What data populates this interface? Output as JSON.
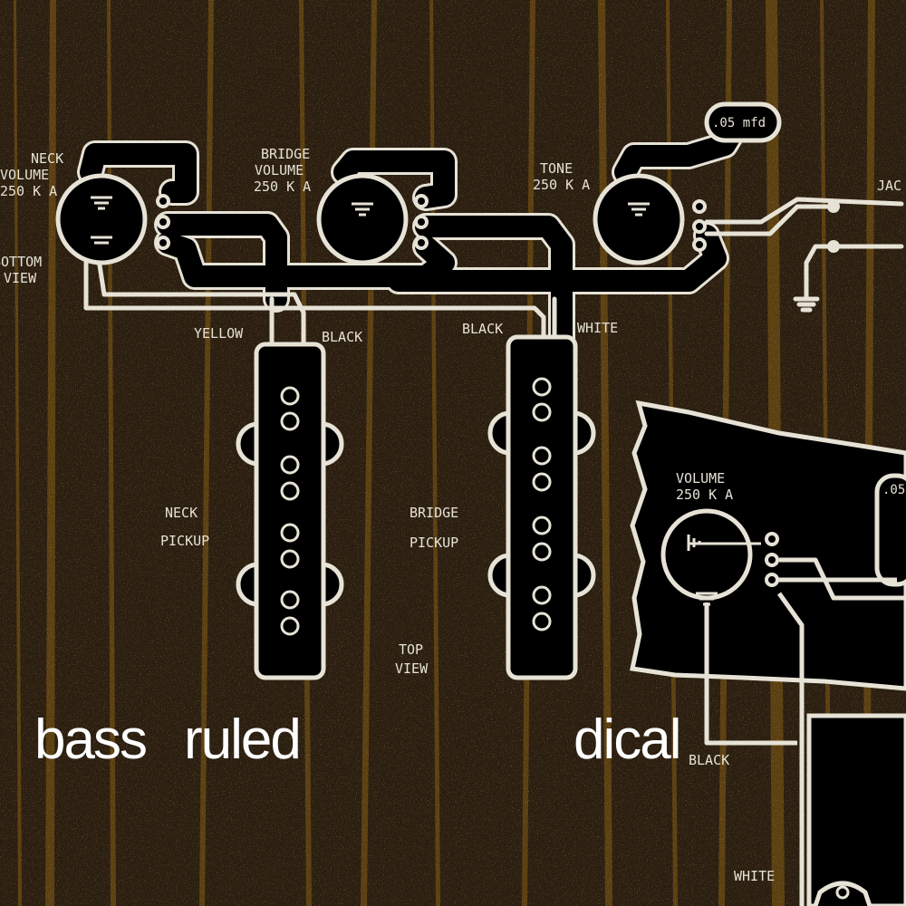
{
  "pots": {
    "neck": [
      "NECK",
      "VOLUME",
      "250 K A"
    ],
    "bridge": [
      "BRIDGE",
      "VOLUME",
      "250 K A"
    ],
    "tone": [
      "TONE",
      "250 K A"
    ],
    "second_volume": [
      "VOLUME",
      "250 K A"
    ]
  },
  "bottom_view": [
    "BOTTOM",
    "VIEW"
  ],
  "capacitor": ".05 mfd",
  "capacitor2": ".05",
  "jack": "JAC",
  "wires": {
    "yellow": "YELLOW",
    "black_1": "BLACK",
    "black_2": "BLACK",
    "white": "WHITE",
    "black_3": "BLACK",
    "white_2": "WHITE"
  },
  "pickups": {
    "neck": [
      "NECK",
      "PICKUP"
    ],
    "bridge": [
      "BRIDGE",
      "PICKUP"
    ]
  },
  "top_view": [
    "TOP",
    "VIEW"
  ],
  "overlay": {
    "word1": "bass",
    "word2": "ruled",
    "word3": "dical"
  },
  "colors": {
    "wood": "#2a1e10",
    "grain": "#6b4a12",
    "line": "#e6e2d6",
    "fill": "#000000",
    "overlay_text": "#ffffff"
  }
}
